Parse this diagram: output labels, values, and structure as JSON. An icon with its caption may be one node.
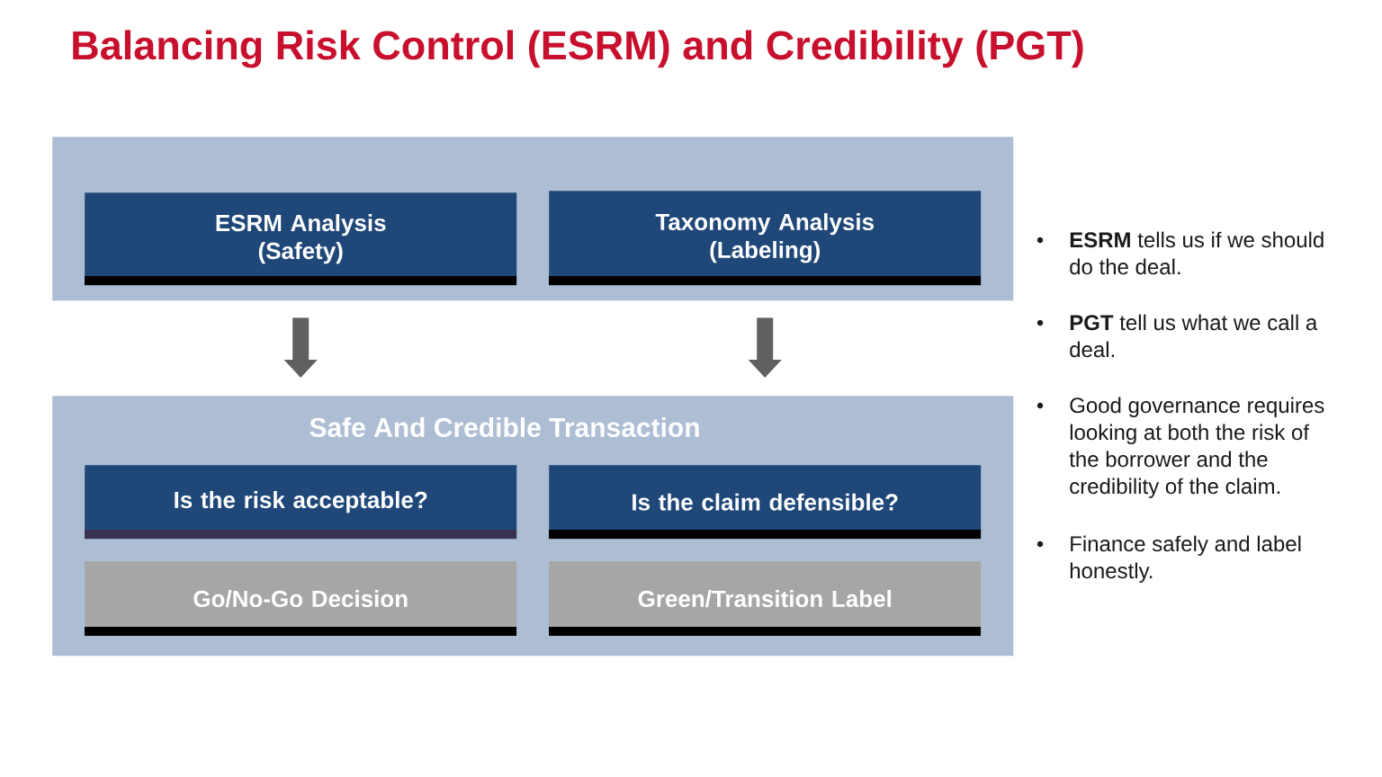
{
  "diagram": {
    "title": "Balancing Risk Control (ESRM) and Credibility (PGT)",
    "nodes": [
      {
        "text": [],
        "shape": "box"
      },
      {
        "text": [
          "ESRM Analysis (Safety)"
        ],
        "in": 0
      },
      {
        "text": [
          "Taxonomy Analysis (Labeling)"
        ],
        "in": 0
      },
      {
        "text": [
          "Safe And Credible Transaction"
        ]
      },
      {
        "text": [
          "Is the risk acceptable?"
        ],
        "in": 3
      },
      {
        "text": [
          "Is the claim defensible?"
        ],
        "in": 3
      },
      {
        "text": [
          "Go/No-Go Decision"
        ],
        "in": 3
      },
      {
        "text": [
          "Green/Transition Label"
        ],
        "in": 3
      }
    ],
    "edges": [
      {
        "from": 1,
        "to": 3,
        "arrow": "to"
      },
      {
        "from": 2,
        "to": 3,
        "arrow": "to"
      }
    ],
    "labels": [
      "**ESRM** tells us if we should do the deal.",
      "**PGT** tell us what we call a deal.",
      "Good governance requires looking at both the risk of the borrower and the credibility of the claim.",
      "Finance safely and label honestly."
    ]
  }
}
